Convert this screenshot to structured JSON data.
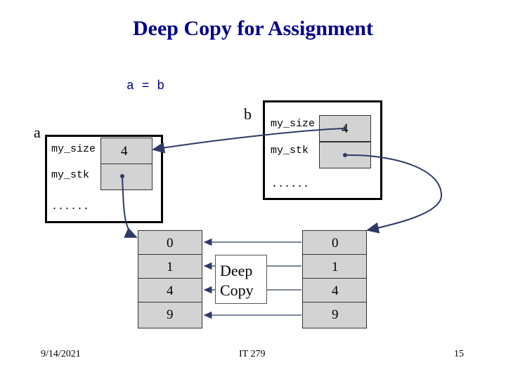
{
  "title": "Deep Copy for Assignment",
  "code": "a = b",
  "obj_a": {
    "name": "a",
    "size_label": "my_size",
    "size_value": "4",
    "stk_label": "my_stk",
    "dots": "......"
  },
  "obj_b": {
    "name": "b",
    "size_label": "my_size",
    "size_value": "4",
    "stk_label": "my_stk",
    "dots": "......"
  },
  "array_left": [
    "0",
    "1",
    "4",
    "9"
  ],
  "array_right": [
    "0",
    "1",
    "4",
    "9"
  ],
  "copy_label": {
    "line1": "Deep",
    "line2": "Copy"
  },
  "footer": {
    "date": "9/14/2021",
    "course": "IT 279",
    "page": "15"
  }
}
